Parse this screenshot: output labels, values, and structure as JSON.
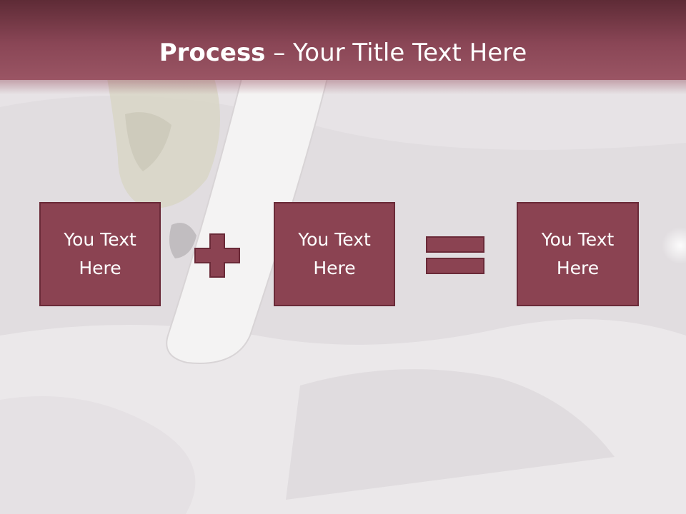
{
  "slide": {
    "title_bold": "Process",
    "title_rest": " – Your Title Text Here"
  },
  "process": {
    "boxes": [
      {
        "label": "You Text Here"
      },
      {
        "label": "You Text Here"
      },
      {
        "label": "You Text Here"
      }
    ],
    "operators": [
      "plus-icon",
      "equals-icon"
    ]
  },
  "colors": {
    "header": "#8a4656",
    "box_fill": "#8b4352",
    "box_border": "#6a2a38",
    "text": "#ffffff"
  }
}
